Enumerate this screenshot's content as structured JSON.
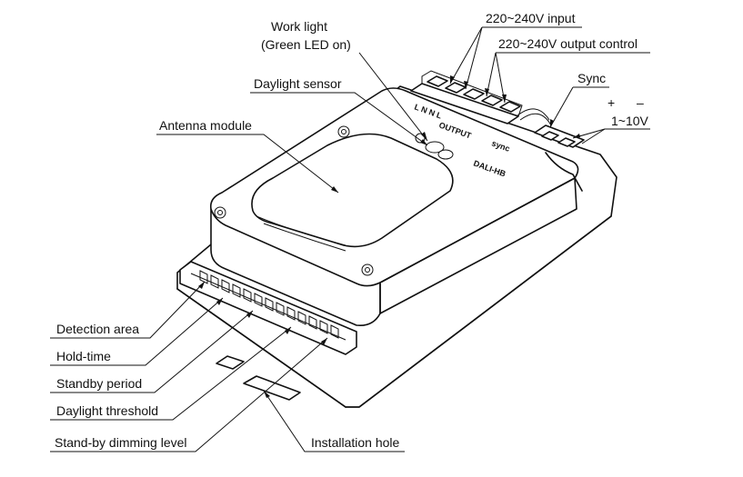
{
  "labels": {
    "work_light_line1": "Work light",
    "work_light_line2": "(Green LED  on)",
    "input": "220~240V input",
    "output_control": "220~240V output control",
    "sync": "Sync",
    "plus": "+",
    "minus": "–",
    "dimming_range": "1~10V",
    "daylight_sensor": "Daylight  sensor",
    "antenna_module": "Antenna module",
    "detection_area": "Detection area",
    "hold_time": "Hold-time",
    "standby_period": "Standby period",
    "daylight_threshold": "Daylight  threshold",
    "standby_dimming_level": "Stand-by dimming level",
    "installation_hole": "Installation hole"
  },
  "device_print": {
    "terminals": "L  N  N  L",
    "marking_1": "OUTPUT",
    "marking_2": "sync",
    "marking_3": "DALI-HB"
  }
}
